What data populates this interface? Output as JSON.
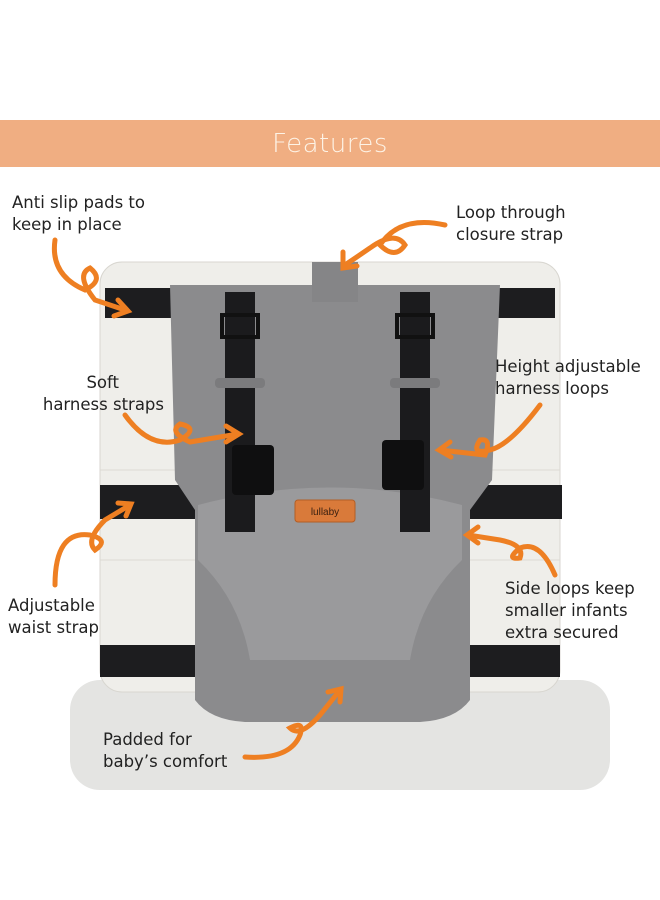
{
  "banner": {
    "title": "Features",
    "color": "#F0AE82"
  },
  "brand_tag": "lullaby",
  "arrow_color": "#EE7F22",
  "callouts": [
    {
      "id": "anti-slip",
      "lines": [
        "Anti slip pads to",
        "keep in place"
      ]
    },
    {
      "id": "loop-through",
      "lines": [
        "Loop through",
        "closure strap"
      ]
    },
    {
      "id": "soft-harness",
      "lines": [
        "Soft",
        "harness straps"
      ]
    },
    {
      "id": "height-adjustable",
      "lines": [
        "Height adjustable",
        "harness loops"
      ]
    },
    {
      "id": "waist-strap",
      "lines": [
        "Adjustable",
        "waist strap"
      ]
    },
    {
      "id": "side-loops",
      "lines": [
        "Side loops keep",
        "smaller infants",
        "extra secured"
      ]
    },
    {
      "id": "padded",
      "lines": [
        "Padded for",
        "baby’s comfort"
      ]
    }
  ]
}
